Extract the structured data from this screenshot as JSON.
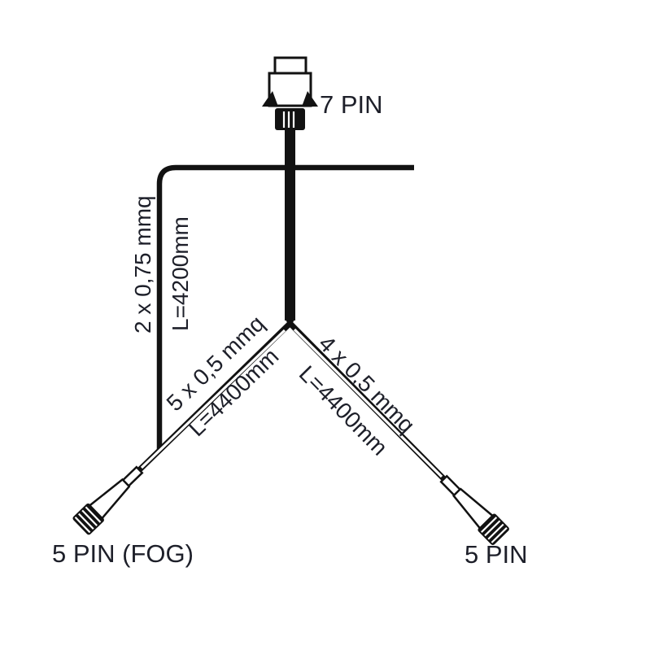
{
  "connectors": {
    "top": {
      "label": "7 PIN"
    },
    "left": {
      "label": "5 PIN (FOG)"
    },
    "right": {
      "label": "5 PIN"
    }
  },
  "cables": {
    "main_branch": {
      "spec": "2 x 0,75 mmq",
      "length": "L=4200mm"
    },
    "left_branch": {
      "spec": "5 x 0,5 mmq",
      "length": "L=4400mm"
    },
    "right_branch": {
      "spec": "4 x 0,5 mmq",
      "length": "L=4400mm"
    }
  },
  "colors": {
    "line": "#121212",
    "text": "#1d1f29",
    "background": "#ffffff"
  }
}
